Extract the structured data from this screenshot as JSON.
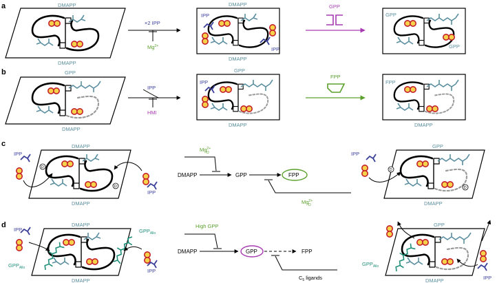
{
  "colors": {
    "teal": "#5b8fa0",
    "navy": "#3a3f9a",
    "violet": "#a63ab0",
    "green": "#5aa02c",
    "yellow": "#f6d24a",
    "red": "#c4202c",
    "grey": "#9a9a9a"
  },
  "panels": {
    "a": {
      "letter": "a",
      "s1": {
        "top": "DMAPP",
        "bottom": "DMAPP"
      },
      "arrow": {
        "above": "×2 IPP",
        "inhibitor": "Mg",
        "inhibitor_sup": "2+"
      },
      "s2": {
        "top": "DMAPP",
        "bottom": "DMAPP",
        "left": "IPP",
        "right": "IPP"
      },
      "enzyme_icon": "GPP",
      "s3": {
        "left": "GPP",
        "right": "GPP"
      }
    },
    "b": {
      "letter": "b",
      "s1": {
        "top": "GPP",
        "bottom": "DMAPP"
      },
      "arrow": {
        "above": "IPP",
        "inhibitor": "HMI"
      },
      "s2": {
        "top": "GPP",
        "bottom": "DMAPP",
        "left": "IPP"
      },
      "enzyme_icon": "FPP",
      "s3": {
        "left": "FPP",
        "bottom": "DMAPP"
      }
    },
    "c": {
      "letter": "c",
      "s1": {
        "top": "DMAPP",
        "bottom": "DMAPP",
        "left": "IPP",
        "right": "IPP",
        "d": "D"
      },
      "pathway": {
        "dmapp": "DMAPP",
        "gpp": "GPP",
        "fpp": "FPP",
        "mg_top": "Mg",
        "mg_sup": "2+",
        "mg_sub": "D",
        "mg_bottom": "Mg",
        "mg_bottom_sup": "2+",
        "mg_bottom_sub": "D"
      },
      "s3": {
        "top": "GPP",
        "bottom": "DMAPP",
        "left": "IPP",
        "d": "D"
      }
    },
    "d": {
      "letter": "d",
      "s1": {
        "top": "DMAPP",
        "bottom": "DMAPP",
        "left": "IPP",
        "right": "IPP",
        "allo_main": "GPP",
        "allo_sub": "Allo"
      },
      "pathway": {
        "dmapp": "DMAPP",
        "gpp": "GPP",
        "fpp": "FPP",
        "high": "High GPP",
        "c5_main": "C",
        "c5_sub": "5",
        "c5_rest": " ligands"
      },
      "s3": {
        "top": "GPP",
        "bottom": "DMAPP",
        "right": "IPP",
        "allo_main": "GPP",
        "allo_sub": "Allo"
      }
    }
  }
}
